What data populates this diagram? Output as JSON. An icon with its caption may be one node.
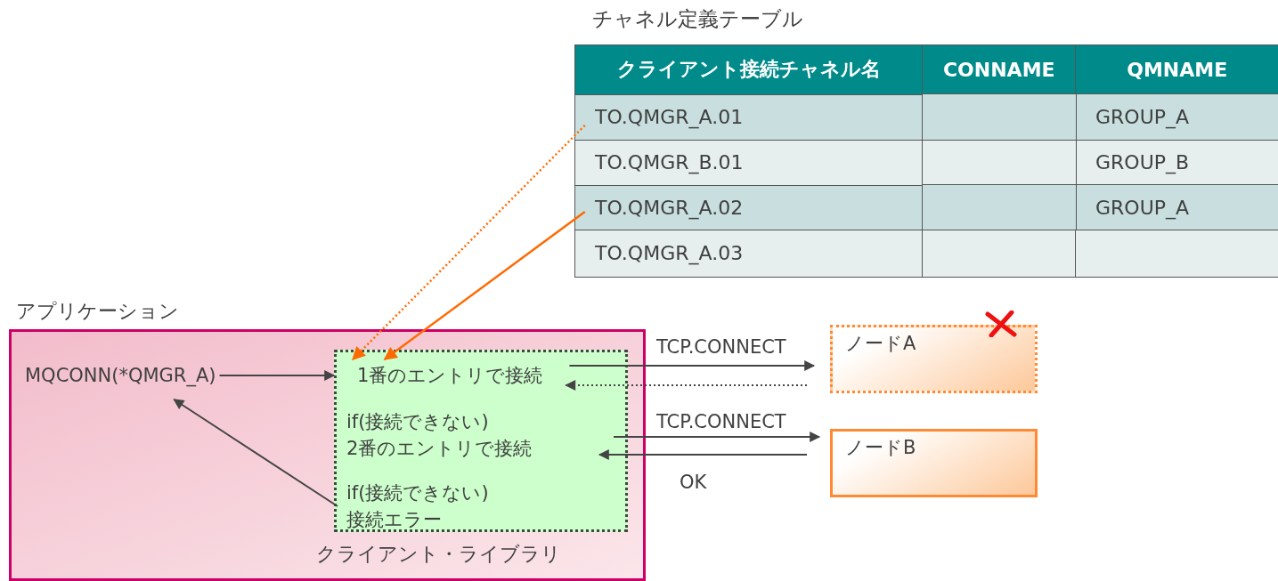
{
  "diagram": {
    "nodes": [
      {
        "text": [
          "チャネル定義テーブル"
        ]
      },
      {
        "text": [
          "TO.QMGR_A.01"
        ],
        "in": 0
      },
      {
        "text": [
          "TO.QMGR_A.02"
        ],
        "in": 0
      },
      {
        "text": [
          "アプリケーション"
        ]
      },
      {
        "text": [
          "MQCONN(*QMGR_A)"
        ],
        "in": 3
      },
      {
        "text": [
          "クライアント・ライブラリ"
        ],
        "in": 3
      },
      {
        "text": [
          "1番のエントリで接続"
        ],
        "in": 5
      },
      {
        "text": [
          "if(接続できない) 2番のエントリで接続"
        ],
        "in": 5
      },
      {
        "text": [
          "if(接続できない) 接続エラー"
        ],
        "in": 5
      },
      {
        "text": [
          "ノードA"
        ]
      },
      {
        "text": [
          "ノードB"
        ]
      }
    ],
    "edges": [
      {
        "from": 1,
        "to": 3,
        "arrow": "to",
        "style": "dashed",
        "color": "#ff6a00"
      },
      {
        "from": 2,
        "to": 3,
        "arrow": "to",
        "color": "#ff6a00"
      },
      {
        "from": 4,
        "to": 6,
        "arrow": "to"
      },
      {
        "from": 8,
        "to": 4,
        "arrow": "to"
      },
      {
        "from": 6,
        "to": 9,
        "arrow": "to",
        "label": "TCP.CONNECT"
      },
      {
        "from": 9,
        "to": 6,
        "arrow": "to",
        "style": "dashed"
      },
      {
        "from": 7,
        "to": 10,
        "arrow": "to",
        "label": "TCP.CONNECT"
      },
      {
        "from": 10,
        "to": 7,
        "arrow": "to",
        "label": "OK"
      }
    ],
    "labels": [
      "クライアント接続チャネル名",
      "CONNAME",
      "QMNAME",
      "GROUP_A",
      "TO.QMGR_B.01",
      "GROUP_B",
      "GROUP_A",
      "TO.QMGR_A.03"
    ]
  }
}
